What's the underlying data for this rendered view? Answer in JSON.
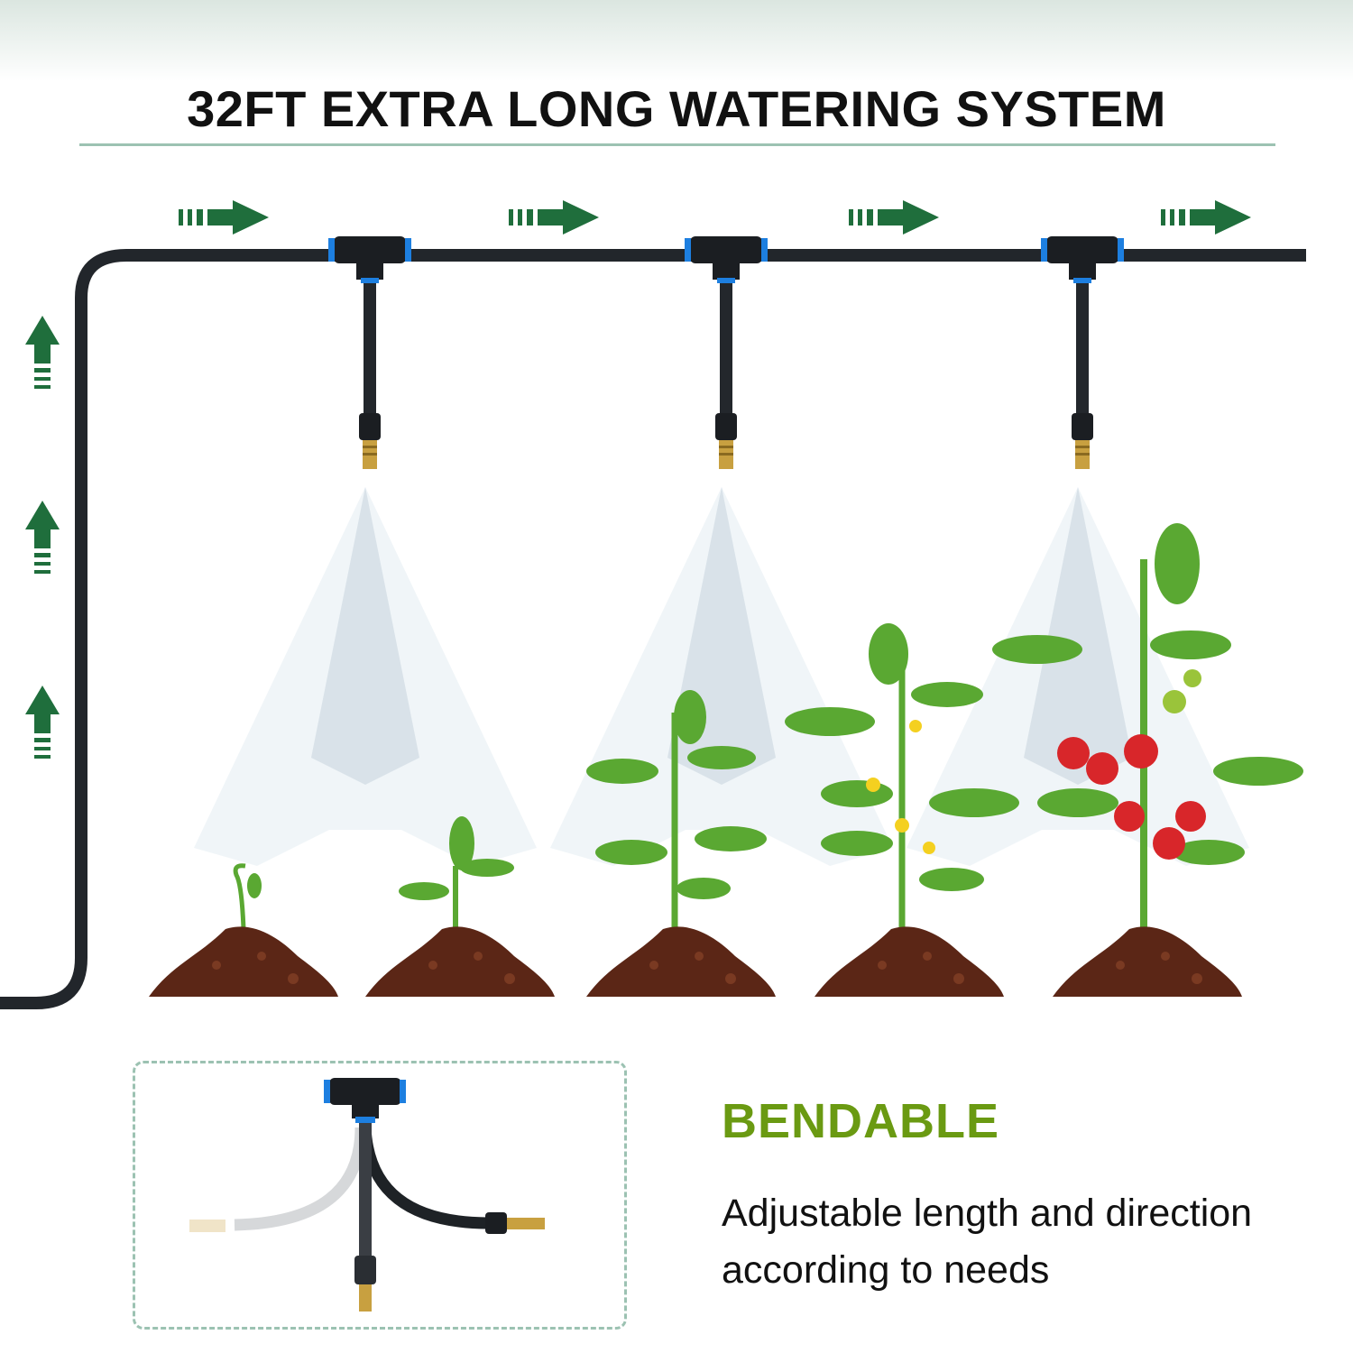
{
  "header": {
    "title": "32FT EXTRA LONG WATERING SYSTEM"
  },
  "feature": {
    "title": "BENDABLE",
    "description": "Adjustable length and direction according to needs"
  },
  "colors": {
    "arrow": "#1f6e3c",
    "pipe": "#22262b",
    "connector_ring": "#1d7fe0",
    "nozzle": "#c8a040",
    "soil": "#5b2616",
    "leaf": "#5aa832",
    "tomato": "#d8262a",
    "accent": "#6a9a12",
    "divider": "#9cc2b2"
  }
}
